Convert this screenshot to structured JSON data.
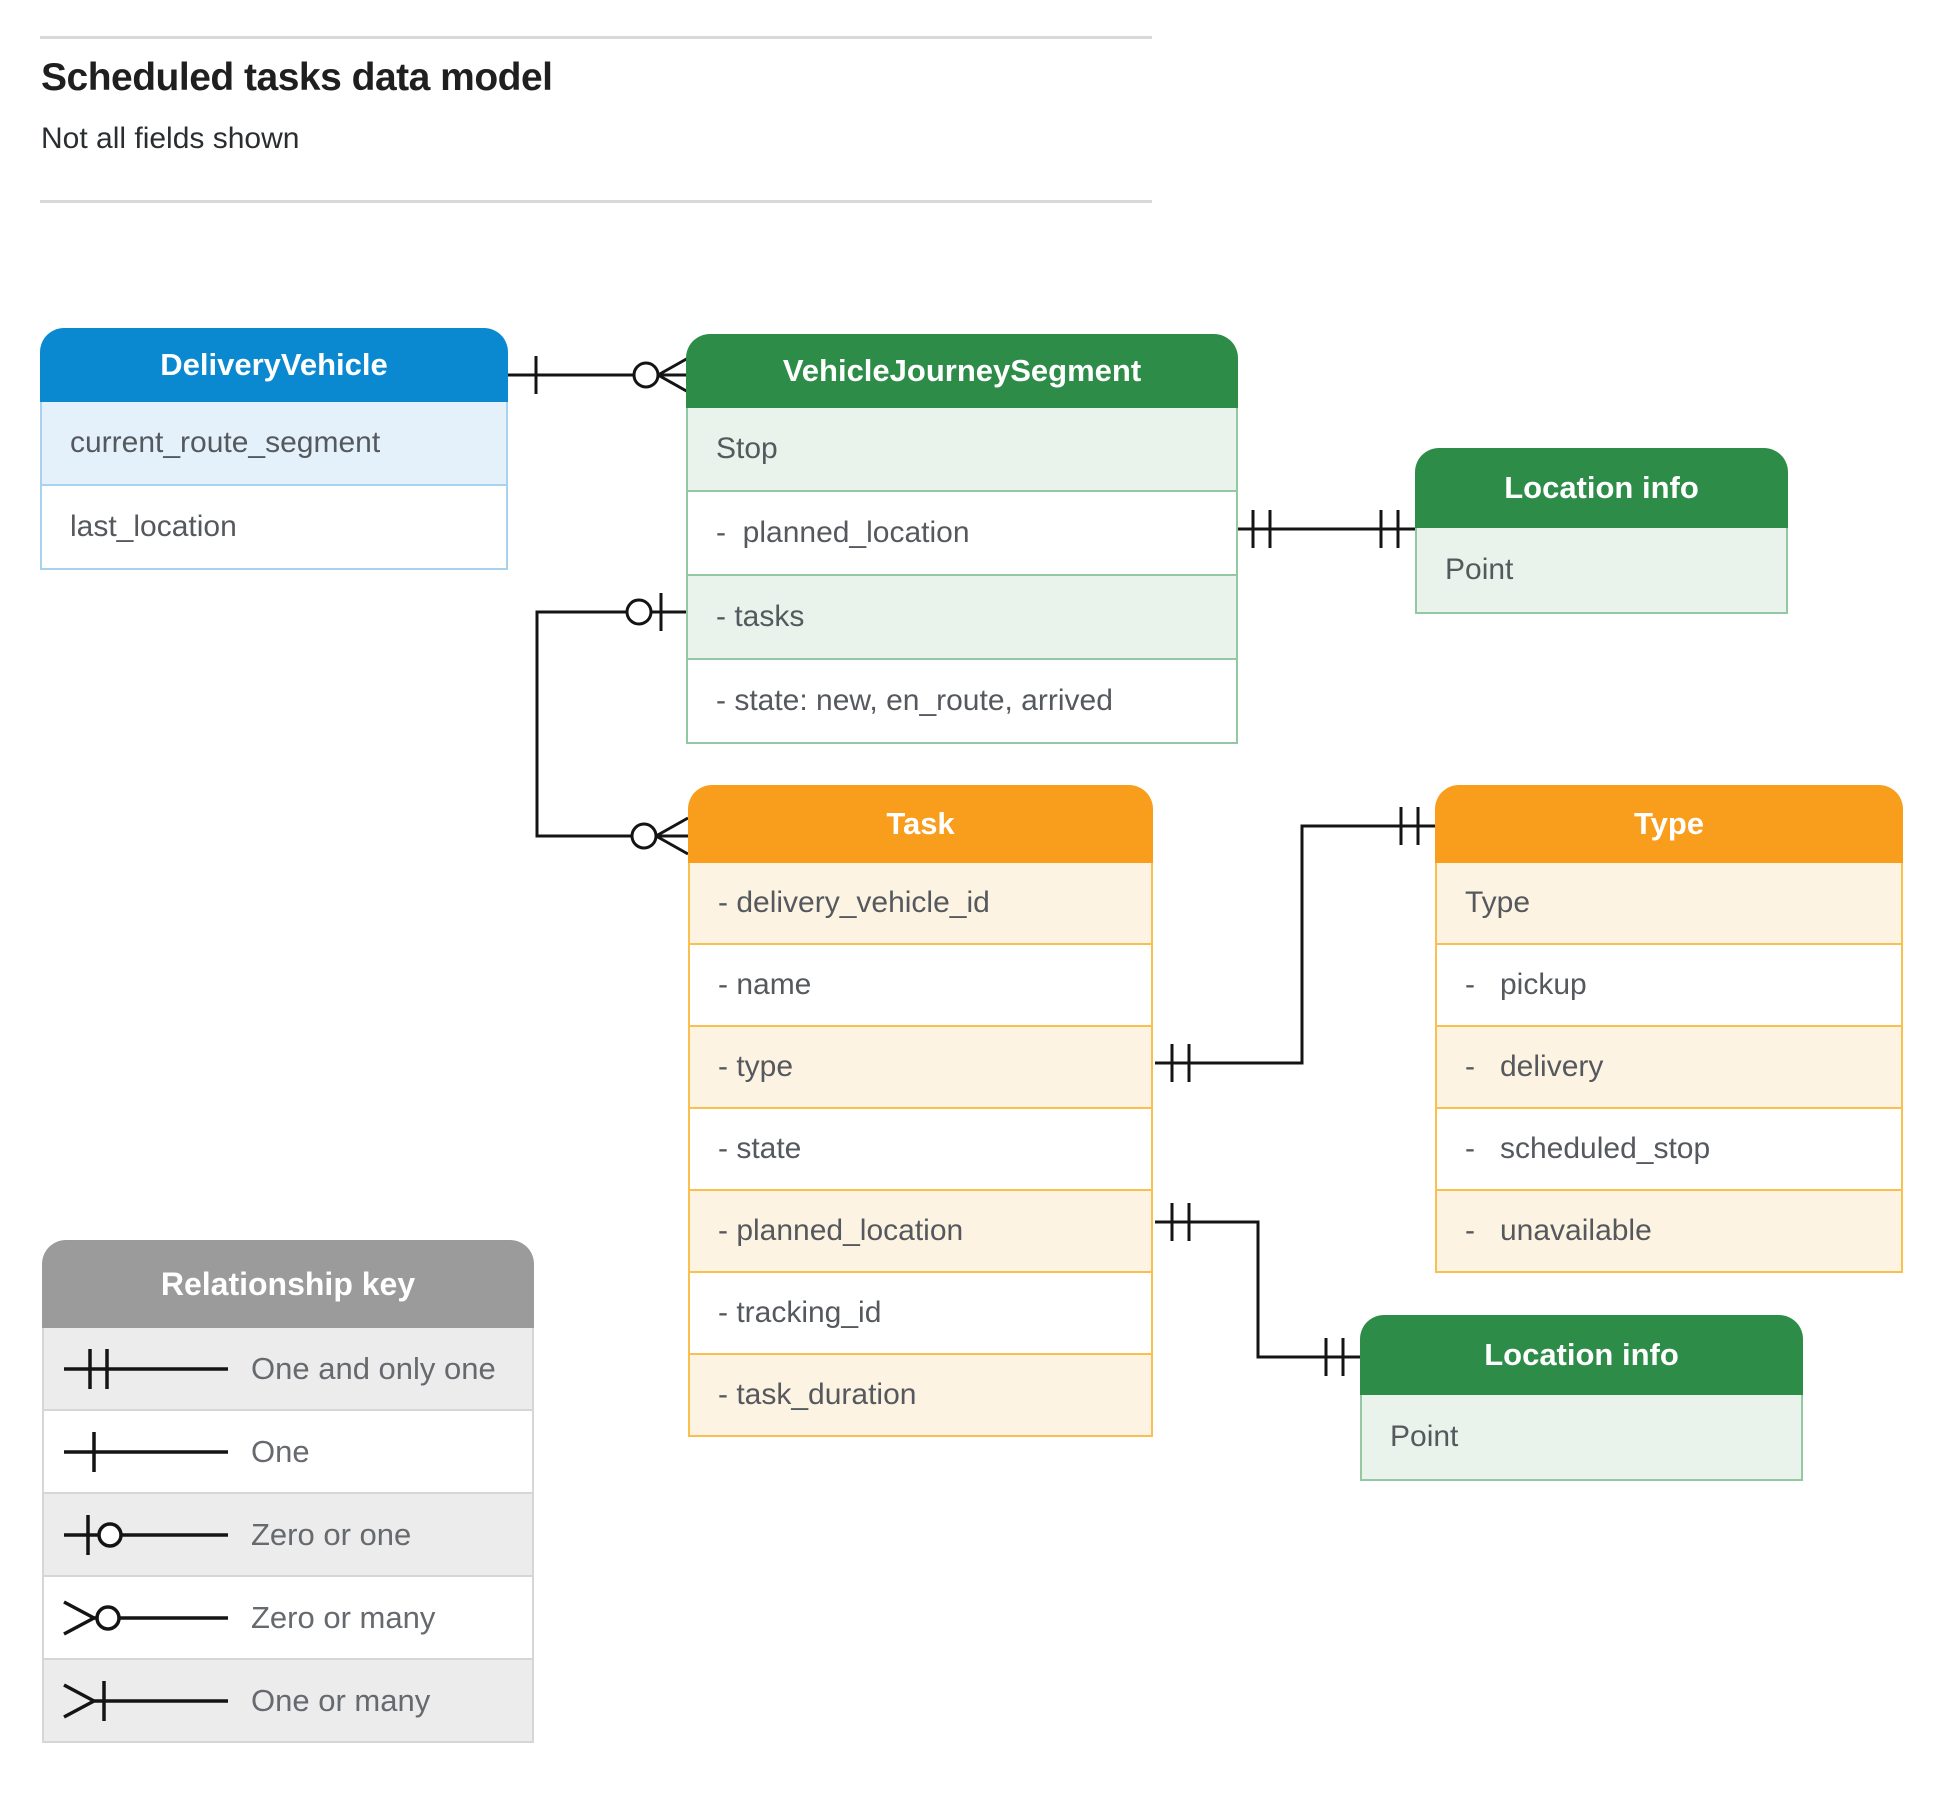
{
  "page": {
    "title": "Scheduled tasks data model",
    "subtitle": "Not all fields shown"
  },
  "entities": {
    "delivery_vehicle": {
      "title": "DeliveryVehicle",
      "fields": [
        "current_route_segment",
        "last_location"
      ]
    },
    "vehicle_journey_segment": {
      "title": "VehicleJourneySegment",
      "fields": [
        "Stop",
        "-  planned_location",
        "- tasks",
        "- state: new, en_route, arrived"
      ]
    },
    "location_info_top": {
      "title": "Location info",
      "fields": [
        "Point"
      ]
    },
    "task": {
      "title": "Task",
      "fields": [
        "- delivery_vehicle_id",
        "- name",
        "- type",
        "- state",
        "- planned_location",
        "- tracking_id",
        "- task_duration"
      ]
    },
    "type": {
      "title": "Type",
      "fields": [
        "Type",
        "-   pickup",
        "-   delivery",
        "-   scheduled_stop",
        "-   unavailable"
      ]
    },
    "location_info_bottom": {
      "title": "Location info",
      "fields": [
        "Point"
      ]
    }
  },
  "legend": {
    "title": "Relationship key",
    "items": [
      {
        "symbol": "one-and-only-one",
        "label": "One and only one"
      },
      {
        "symbol": "one",
        "label": "One"
      },
      {
        "symbol": "zero-or-one",
        "label": "Zero or one"
      },
      {
        "symbol": "zero-or-many",
        "label": "Zero or many"
      },
      {
        "symbol": "one-or-many",
        "label": "One or many"
      }
    ]
  },
  "colors": {
    "blue_header": "#0b89d0",
    "blue_row": "#e4f1fb",
    "blue_border": "#a9d2ee",
    "green_header": "#2e8c49",
    "green_row": "#e9f3ec",
    "green_border": "#94c8a3",
    "orange_header": "#f89d1c",
    "orange_row": "#fdf3e2",
    "orange_border": "#fac04f",
    "gray_header": "#9b9b9b",
    "gray_row": "#ececec",
    "gray_border": "#d6d6d6",
    "connector": "#141414",
    "field_text": "#55595e",
    "legend_text": "#66696d",
    "title_text": "#1f1f1f",
    "divider": "#d9d9d9"
  }
}
